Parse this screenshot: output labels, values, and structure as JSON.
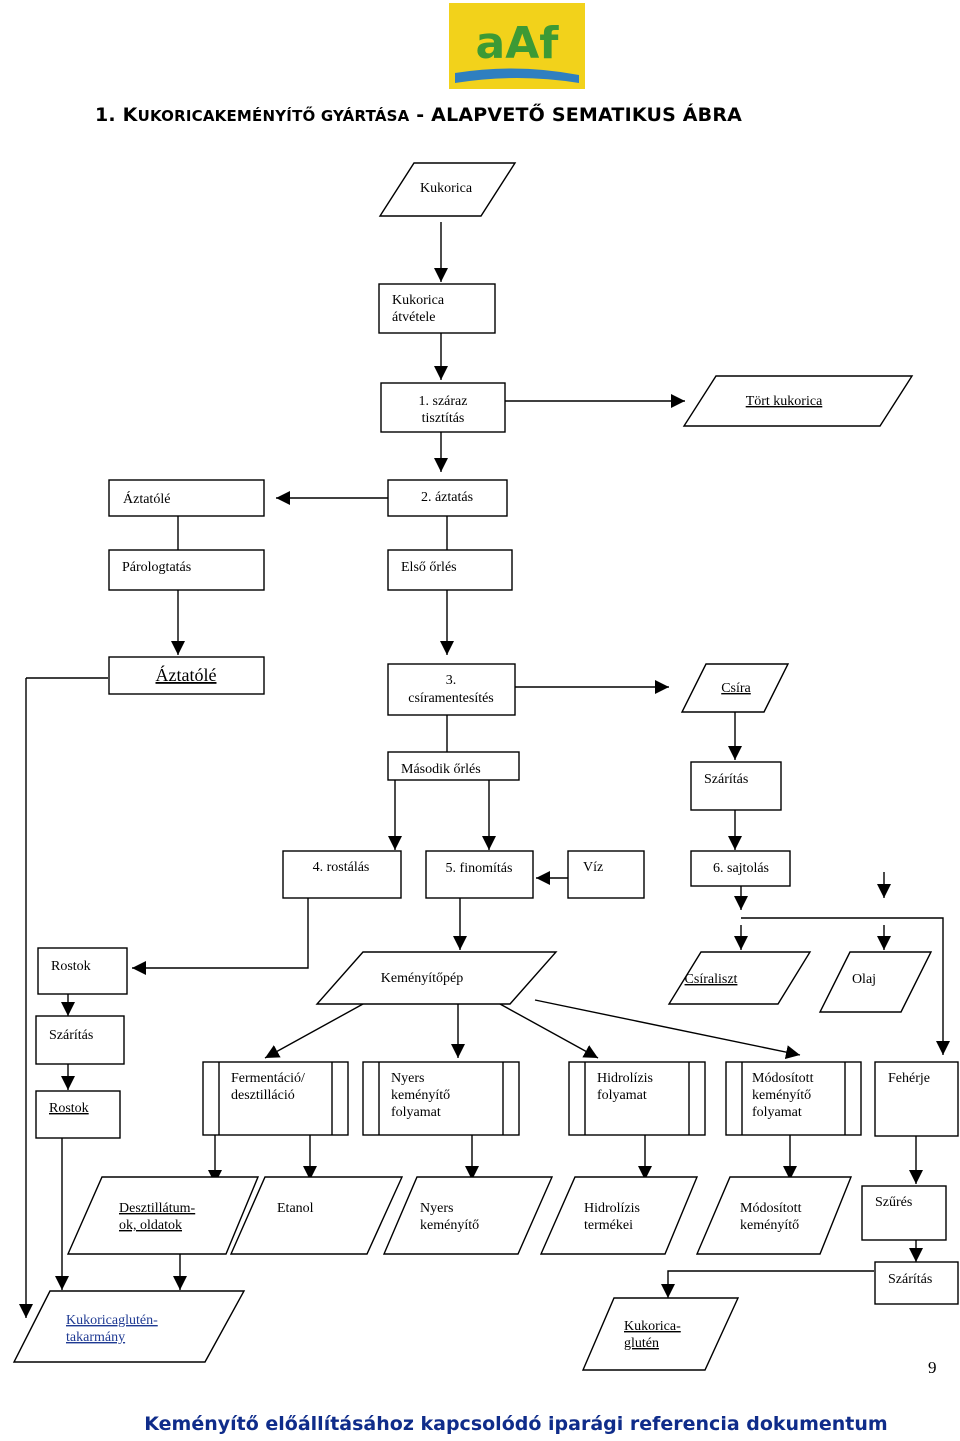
{
  "logo": {
    "text": "aAf",
    "colors": {
      "background": "#f2d21b",
      "text": "#3c9a35",
      "accent": "#2f7fc0"
    }
  },
  "title": {
    "number": "1. ",
    "first": "K",
    "caps": "UKORICAKEMÉNYÍTŐ GYÁRTÁSA",
    "rest": " - ALAPVETŐ SEMATIKUS ÁBRA"
  },
  "nodes": {
    "kukorica": [
      "Kukorica"
    ],
    "atvetel": [
      "Kukorica",
      "átvétele"
    ],
    "szaraz": [
      "1. száraz",
      "tisztítás"
    ],
    "tort": [
      "Tört kukorica"
    ],
    "aztatole1": [
      "Áztatólé"
    ],
    "aztatas": [
      "2. áztatás"
    ],
    "parologtatas": [
      "Párologtatás"
    ],
    "elso_orles": [
      "Első őrlés"
    ],
    "aztatole2": [
      "Áztatólé"
    ],
    "csiramentes": [
      "3.",
      "csíramentesítés"
    ],
    "csira": [
      "Csíra"
    ],
    "masodik_orles": [
      "Második őrlés"
    ],
    "szaritas_csira": [
      "Szárítás"
    ],
    "rostalas": [
      "4. rostálás"
    ],
    "finomitas": [
      "5. finomítás"
    ],
    "viz": [
      "Víz"
    ],
    "sajtolas": [
      "6. sajtolás"
    ],
    "rostok1": [
      "Rostok"
    ],
    "kemenyitopep": [
      "Keményítőpép"
    ],
    "csiraliszt": [
      "Csíraliszt"
    ],
    "olaj": [
      "Olaj"
    ],
    "szaritas_rost": [
      "Szárítás"
    ],
    "rostok2": [
      "Rostok"
    ],
    "ferment": [
      "Fermentáció/",
      "desztilláció"
    ],
    "nyers_foly": [
      "Nyers",
      "keményítő",
      "folyamat"
    ],
    "hidrolizis_foly": [
      "Hidrolízis",
      "folyamat"
    ],
    "modositott_foly": [
      "Módosított",
      "keményítő",
      "folyamat"
    ],
    "feherje": [
      "Fehérje"
    ],
    "desztillatum": [
      "Desztillátum-",
      "ok, oldatok"
    ],
    "etanol": [
      "Etanol"
    ],
    "nyers_kem": [
      "Nyers",
      "keményítő"
    ],
    "hidrolizis_term": [
      "Hidrolízis",
      "termékei"
    ],
    "modositott_kem": [
      "Módosított",
      "keményítő"
    ],
    "szures": [
      "Szűrés"
    ],
    "szaritas_feherje": [
      "Szárítás"
    ],
    "kukoricaglutentakarmany": [
      "Kukoricaglutén-",
      "takarmány"
    ],
    "kukoricaguten": [
      "Kukorica-",
      "glutén"
    ]
  },
  "page_number": "9",
  "footer": "Keményítő előállításához kapcsolódó iparági referencia dokumentum"
}
